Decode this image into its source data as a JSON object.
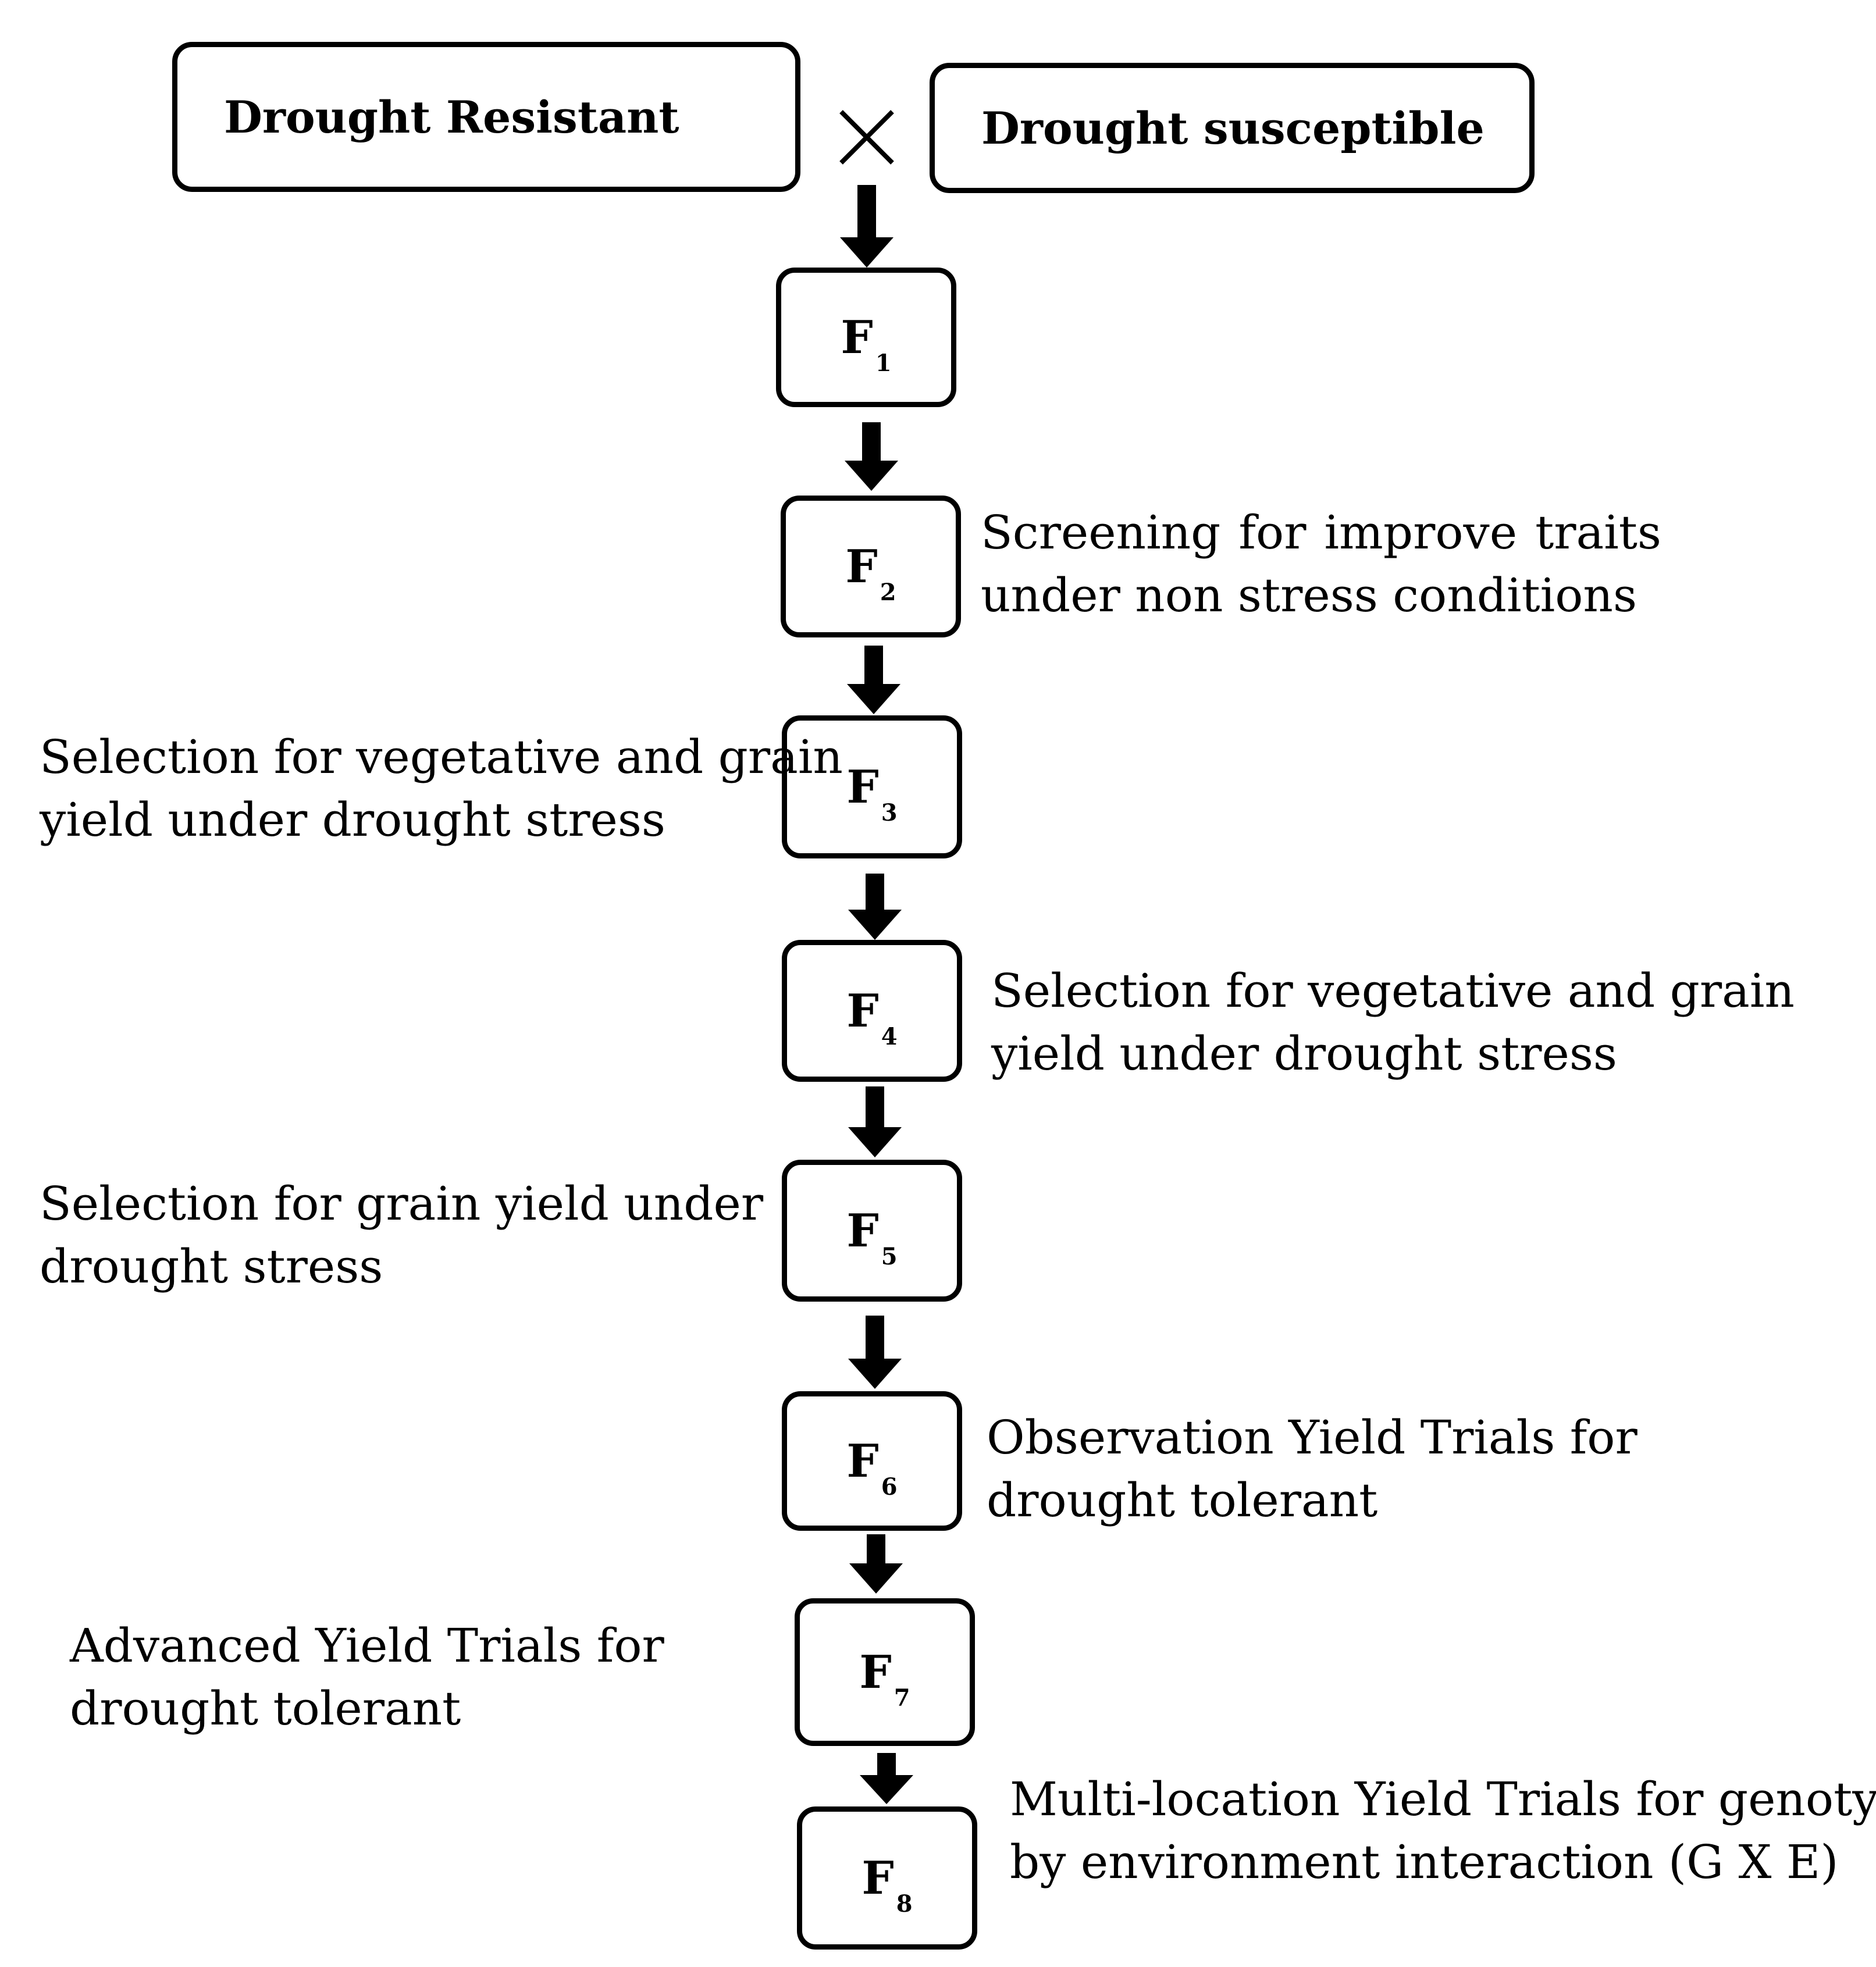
{
  "parents": {
    "resistant": "Drought Resistant",
    "susceptible": "Drought susceptible"
  },
  "generations": [
    {
      "letter": "F",
      "sub": "1"
    },
    {
      "letter": "F",
      "sub": "2"
    },
    {
      "letter": "F",
      "sub": "3"
    },
    {
      "letter": "F",
      "sub": "4"
    },
    {
      "letter": "F",
      "sub": "5"
    },
    {
      "letter": "F",
      "sub": "6"
    },
    {
      "letter": "F",
      "sub": "7"
    },
    {
      "letter": "F",
      "sub": "8"
    }
  ],
  "notes": {
    "f2": [
      "Screening",
      "for",
      "improve",
      "traits",
      "under non stress conditions"
    ],
    "f3": [
      "Selection for vegetative and grain",
      "yield under drought stress"
    ],
    "f4": [
      "Selection for vegetative and grain",
      "yield under drought stress"
    ],
    "f5": [
      "Selection for grain yield under",
      "drought stress"
    ],
    "f6": [
      "Observation Yield Trials for",
      "drought tolerant"
    ],
    "f7": [
      "Advanced Yield Trials for",
      "drought tolerant"
    ],
    "f8": [
      "Multi-location Yield Trials for genotype",
      "by environment interaction (G X E)"
    ]
  }
}
